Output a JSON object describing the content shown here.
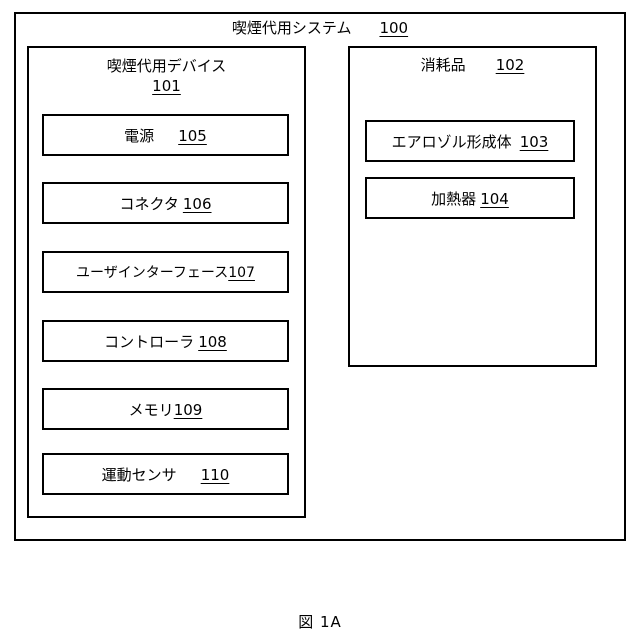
{
  "figure": {
    "caption": "図 1A"
  },
  "system": {
    "title": "喫煙代用システム",
    "ref": "100"
  },
  "device": {
    "title": "喫煙代用デバイス",
    "ref": "101",
    "components": [
      {
        "label": "電源",
        "ref": "105",
        "gap": "wide"
      },
      {
        "label": "コネクタ",
        "ref": "106",
        "gap": "tight"
      },
      {
        "label": "ユーザインターフェース",
        "ref": "107",
        "gap": "none"
      },
      {
        "label": "コントローラ",
        "ref": "108",
        "gap": "tight"
      },
      {
        "label": "メモリ",
        "ref": "109",
        "gap": "none"
      },
      {
        "label": "運動センサ",
        "ref": "110",
        "gap": "wide"
      }
    ]
  },
  "consumable": {
    "title": "消耗品",
    "ref": "102",
    "components": [
      {
        "label": "エアロゾル形成体",
        "ref": "103",
        "gap": "medium"
      },
      {
        "label": "加熱器",
        "ref": "104",
        "gap": "tight"
      }
    ]
  },
  "colors": {
    "stroke": "#000000",
    "background": "#ffffff",
    "text": "#000000"
  }
}
